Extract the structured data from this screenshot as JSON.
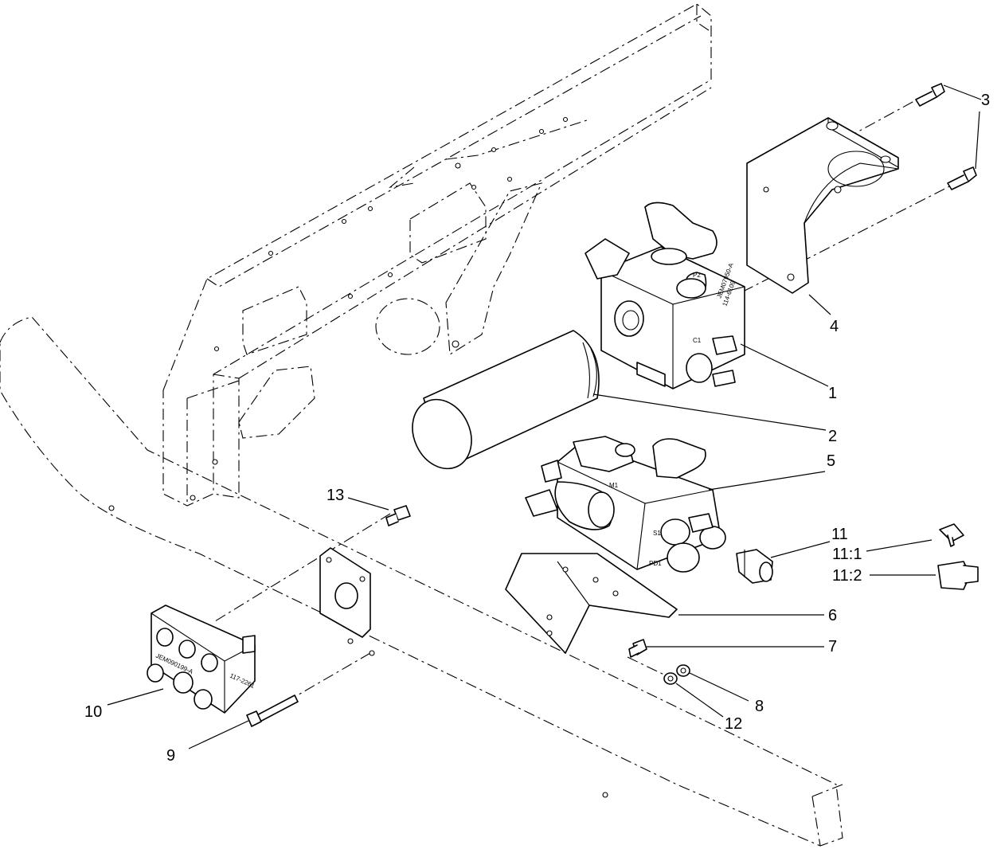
{
  "callouts": [
    {
      "id": "c1",
      "label": "1"
    },
    {
      "id": "c2",
      "label": "2"
    },
    {
      "id": "c3",
      "label": "3"
    },
    {
      "id": "c4",
      "label": "4"
    },
    {
      "id": "c5",
      "label": "5"
    },
    {
      "id": "c6",
      "label": "6"
    },
    {
      "id": "c7",
      "label": "7"
    },
    {
      "id": "c8",
      "label": "8"
    },
    {
      "id": "c9",
      "label": "9"
    },
    {
      "id": "c10",
      "label": "10"
    },
    {
      "id": "c11",
      "label": "11"
    },
    {
      "id": "c11_1",
      "label": "11:1"
    },
    {
      "id": "c11_2",
      "label": "11:2"
    },
    {
      "id": "c12",
      "label": "12"
    },
    {
      "id": "c13",
      "label": "13"
    }
  ],
  "stamps": {
    "valve_block_p2": "P2",
    "valve_block_code": "JEM07950-A",
    "valve_block_part": "114-6109",
    "valve_block_port": "C1",
    "manifold_m1": "M1",
    "manifold_s1": "S1",
    "manifold_pd1": "PD1",
    "small_block_code": "JEM090199-A",
    "small_block_part": "117-2261"
  }
}
